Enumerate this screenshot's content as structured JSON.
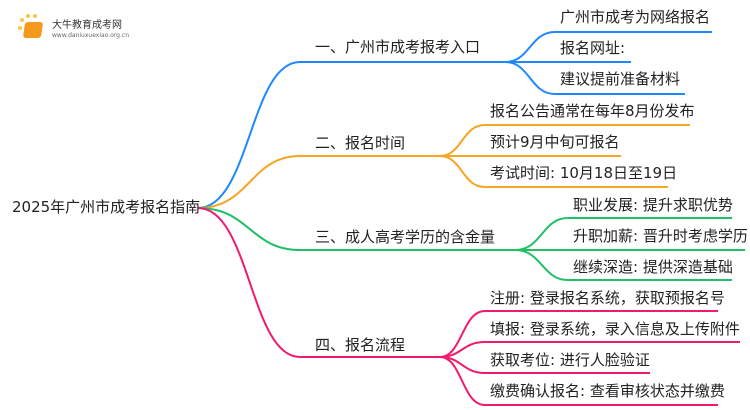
{
  "logo": {
    "name": "大牛教育成考网",
    "url": "www.daniuxuexiao.org.cn"
  },
  "root": "2025年广州市成考报名指南",
  "branches": [
    {
      "label": "一、广州市成考报考入口",
      "color": "#1e88ff",
      "children": [
        "广州市成考为网络报名",
        "报名网址:",
        "建议提前准备材料"
      ]
    },
    {
      "label": "二、报名时间",
      "color": "#f5a623",
      "children": [
        "报名公告通常在每年8月份发布",
        "预计9月中旬可报名",
        "考试时间: 10月18日至19日"
      ]
    },
    {
      "label": "三、成人高考学历的含金量",
      "color": "#22bf68",
      "children": [
        "职业发展: 提升求职优势",
        "升职加薪: 晋升时考虑学历",
        "继续深造: 提供深造基础"
      ]
    },
    {
      "label": "四、报名流程",
      "color": "#f01a6e",
      "children": [
        "注册: 登录报名系统，获取预报名号",
        "填报: 登录系统，录入信息及上传附件",
        "获取考位: 进行人脸验证",
        "缴费确认报名: 查看审核状态并缴费"
      ]
    }
  ]
}
